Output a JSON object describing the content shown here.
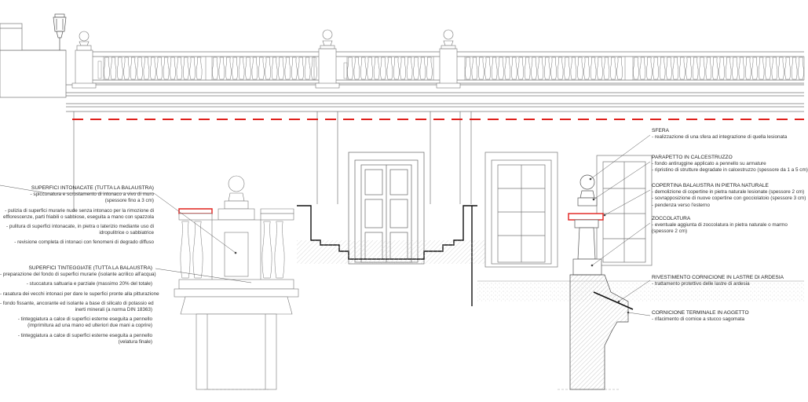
{
  "left_notes": {
    "intonacate": {
      "title": "SUPERFICI INTONACATE (TUTTA LA BALAUSTRA)",
      "items": [
        "- spicconatura e scrostamento di intonaco a vivo di muro",
        "(spessore fino a 3 cm)",
        "- pulizia di superfici murarie nude senza intonaco per la rimozione di",
        "efflorescenze, parti friabili o sabbiose, eseguita a mano con spazzola",
        "- pulitura di superfici intonacate, in pietra o laterizio mediante uso di",
        "idropulitrice o sabbiatrice",
        "- revisione completa di intonaci con fenomeni di degrado diffuso"
      ]
    },
    "tinteggiate": {
      "title": "SUPERFICI TINTEGGIATE (TUTTA LA BALAUSTRA)",
      "items": [
        "- preparazione del fondo di superfici murarie (isolante acrilico all'acqua)",
        "- stuccatura saltuaria e parziale (massimo 20% del totale)",
        "- rasatura dei vecchi intonaci per dare le superfici pronte alla pitturazione",
        "- fondo fissante, ancorante ed isolante a base di silicato di potassio ed",
        "inerti minerali (a norma DIN 18363)",
        "- tinteggiatura a calce di superfici esterne eseguita a pennello",
        "(imprimitura ad una mano ed ulteriori due mani a coprire)",
        "- tinteggiatura a calce di superfici esterne eseguita a pennello",
        "(velatura finale)"
      ]
    }
  },
  "right_notes": {
    "sfera": {
      "title": "SFERA",
      "items": [
        "- realizzazione di una sfera ad integrazione di quella lesionata"
      ]
    },
    "parapetto": {
      "title": "PARAPETTO IN CALCESTRUZZO",
      "items": [
        "- fondo antiruggine applicato a pennello su armature",
        "- ripristino di strutture degradate in calcestruzzo (spessore da 1 a 5 cm)"
      ]
    },
    "copertina": {
      "title": "COPERTINA BALAUSTRA IN PIETRA NATURALE",
      "items": [
        "- demolizione di copertine in pietra naturale lesionate (spessore 2 cm)",
        "- sovrapposizione di nuove copertine con gocciolatoio (spessore 3 cm)",
        "- pendenza verso l'esterno"
      ]
    },
    "zoccolatura": {
      "title": "ZOCCOLATURA",
      "items": [
        "- eventuale aggiunta di zoccolatura in pietra naturale o marmo",
        "(spessore 2 cm)"
      ]
    },
    "rivestimento": {
      "title": "RIVESTIMENTO  CORNICIONE IN LASTRE DI ARDESIA",
      "items": [
        "- trattamento protettivo delle lastre di ardesia"
      ]
    },
    "cornicione": {
      "title": "CORNICIONE TERMINALE IN AGGETTO",
      "items": [
        "- rifacimento di cornice a stucco sagomata"
      ]
    }
  },
  "colors": {
    "line": "#6a6a6a",
    "light_line": "#9a9a9a",
    "dash_red": "#e0201c",
    "hatch": "#b5b5b5",
    "text": "#333333"
  }
}
